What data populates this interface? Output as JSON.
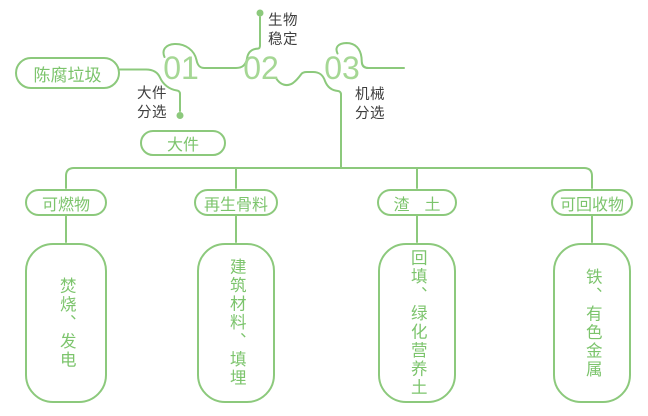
{
  "diagram": {
    "title_semantics": "waste-processing-flow",
    "source": {
      "label": "陈腐垃圾"
    },
    "steps": [
      {
        "number": "01",
        "tag_lines": [
          "大件",
          "分选"
        ],
        "output": "大件"
      },
      {
        "number": "02",
        "tag_lines": [
          "生物",
          "稳定"
        ]
      },
      {
        "number": "03",
        "tag_lines": [
          "机械",
          "分选"
        ]
      }
    ],
    "branches": [
      {
        "category": "可燃物",
        "result": "焚烧、发电"
      },
      {
        "category": "再生骨料",
        "result": "建筑材料、填埋"
      },
      {
        "category": "渣土",
        "result": "回填、绿化营养土"
      },
      {
        "category": "可回收物",
        "result": "铁、有色金属"
      }
    ],
    "colors": {
      "line_green": "#8cc97c",
      "pill_text_green": "#7cc46c",
      "number_green": "#a5d794",
      "label_dark": "#3e3e3e",
      "background": "#ffffff"
    }
  }
}
